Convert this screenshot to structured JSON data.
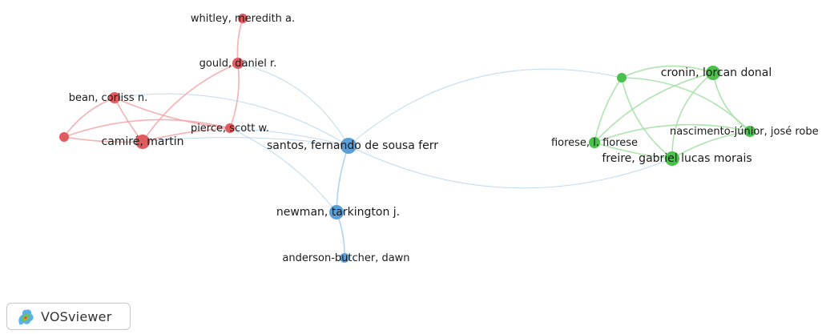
{
  "app": {
    "logo_text": "VOSviewer"
  },
  "colors": {
    "cluster_red": "#e05a5e",
    "cluster_blue": "#5a9fd8",
    "cluster_green": "#4cc04c",
    "edge_red": "#f4a9a8",
    "edge_blue": "#a9cdee",
    "edge_green": "#a6e0a6",
    "label": "#1a1a1a"
  },
  "network": {
    "nodes": [
      {
        "id": "whitley",
        "label": "whitley, meredith a.",
        "cluster": "red"
      },
      {
        "id": "gould",
        "label": "gould, daniel r.",
        "cluster": "red"
      },
      {
        "id": "bean",
        "label": "bean, corliss n.",
        "cluster": "red"
      },
      {
        "id": "unlabeled_red",
        "label": "",
        "cluster": "red"
      },
      {
        "id": "camire",
        "label": "camiré, martin",
        "cluster": "red"
      },
      {
        "id": "pierce",
        "label": "pierce, scott w.",
        "cluster": "red"
      },
      {
        "id": "santos",
        "label": "santos, fernando de sousa ferr",
        "cluster": "blue"
      },
      {
        "id": "newman",
        "label": "newman, tarkington j.",
        "cluster": "blue"
      },
      {
        "id": "anderson",
        "label": "anderson-butcher, dawn",
        "cluster": "blue"
      },
      {
        "id": "cronin",
        "label": "cronin, lorcan donal",
        "cluster": "green"
      },
      {
        "id": "unlabeled_green",
        "label": "",
        "cluster": "green"
      },
      {
        "id": "nascimento",
        "label": "nascimento-júnior, josé robe",
        "cluster": "green"
      },
      {
        "id": "fiorese",
        "label": "fiorese, l. fiorese",
        "cluster": "green"
      },
      {
        "id": "freire",
        "label": "freire, gabriel lucas morais",
        "cluster": "green"
      }
    ],
    "edges": [
      {
        "source": "whitley",
        "target": "gould"
      },
      {
        "source": "gould",
        "target": "camire"
      },
      {
        "source": "gould",
        "target": "pierce"
      },
      {
        "source": "gould",
        "target": "santos"
      },
      {
        "source": "bean",
        "target": "camire"
      },
      {
        "source": "bean",
        "target": "unlabeled_red"
      },
      {
        "source": "bean",
        "target": "pierce"
      },
      {
        "source": "bean",
        "target": "santos"
      },
      {
        "source": "unlabeled_red",
        "target": "camire"
      },
      {
        "source": "unlabeled_red",
        "target": "pierce"
      },
      {
        "source": "camire",
        "target": "pierce"
      },
      {
        "source": "camire",
        "target": "santos"
      },
      {
        "source": "pierce",
        "target": "santos"
      },
      {
        "source": "pierce",
        "target": "newman"
      },
      {
        "source": "santos",
        "target": "newman"
      },
      {
        "source": "santos",
        "target": "unlabeled_green"
      },
      {
        "source": "santos",
        "target": "freire"
      },
      {
        "source": "newman",
        "target": "anderson"
      },
      {
        "source": "unlabeled_green",
        "target": "cronin"
      },
      {
        "source": "unlabeled_green",
        "target": "fiorese"
      },
      {
        "source": "unlabeled_green",
        "target": "freire"
      },
      {
        "source": "unlabeled_green",
        "target": "nascimento"
      },
      {
        "source": "cronin",
        "target": "fiorese"
      },
      {
        "source": "cronin",
        "target": "freire"
      },
      {
        "source": "cronin",
        "target": "nascimento"
      },
      {
        "source": "fiorese",
        "target": "freire"
      },
      {
        "source": "fiorese",
        "target": "nascimento"
      },
      {
        "source": "freire",
        "target": "nascimento"
      }
    ]
  }
}
